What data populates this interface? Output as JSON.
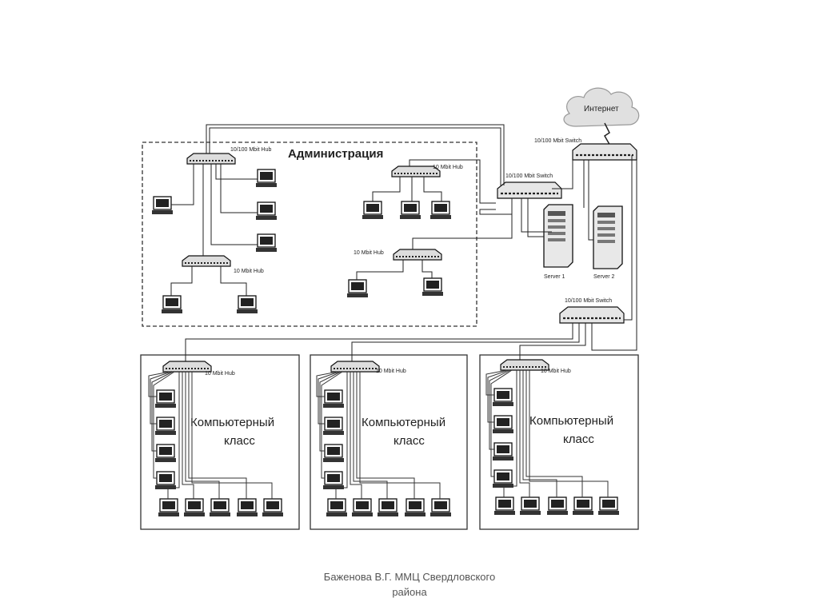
{
  "diagram": {
    "internet_label": "Интернет",
    "admin_title": "Администрация",
    "class_title_line1": "Компьютерный",
    "class_title_line2": "класс",
    "hub_100": "10/100 Mbit Hub",
    "hub_10": "10 Mbit Hub",
    "switch_100": "10/100 Mbit Switch",
    "server1": "Server 1",
    "server2": "Server 2"
  },
  "footer": {
    "line1": "Баженова В.Г. ММЦ Свердловского",
    "line2": "района"
  }
}
